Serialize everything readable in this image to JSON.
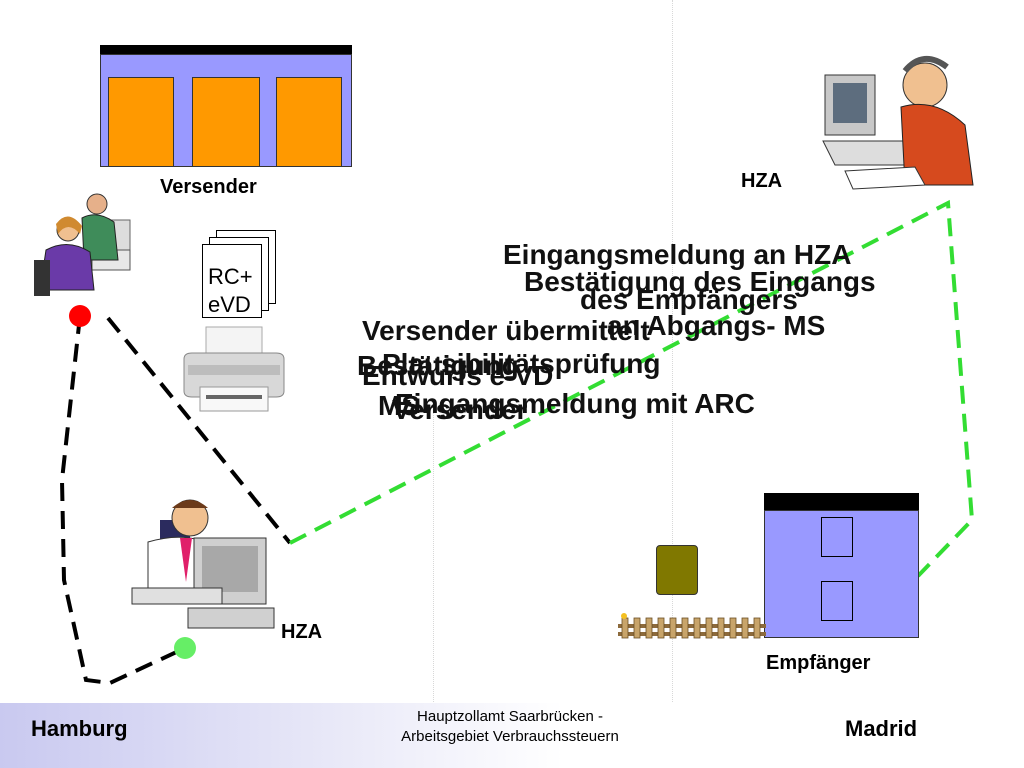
{
  "locations": {
    "sender_label": "Versender",
    "receiver_label": "Empfänger",
    "hza_top_right": "HZA",
    "hza_bottom_left": "HZA",
    "city_left": "Hamburg",
    "city_right": "Madrid"
  },
  "document": {
    "line1": "RC+",
    "line2": "eVD"
  },
  "overlapping_text": {
    "t1": "Eingangsmeldung an HZA",
    "t2": "Bestätigung des Eingangs",
    "t3": "des Empfängers",
    "t4": "an Abgangs- MS",
    "t5": "Versender übermittelt",
    "t6": "Plausibilitätsprüfung",
    "t7": "Bestätigung",
    "t8": "Entwurfs e-VD",
    "t9": "Eingangsmeldung mit ARC",
    "t10": "MS",
    "t11": "Versender"
  },
  "footer": {
    "line1": "Hauptzollamt Saarbrücken -",
    "line2": "Arbeitsgebiet Verbrauchssteuern"
  },
  "colors": {
    "house_wall": "#9999ff",
    "door": "#ff9900",
    "route_black": "#000000",
    "route_green": "#33dd33",
    "dot_start": "#ff0000",
    "dot_hza": "#66ee66"
  }
}
